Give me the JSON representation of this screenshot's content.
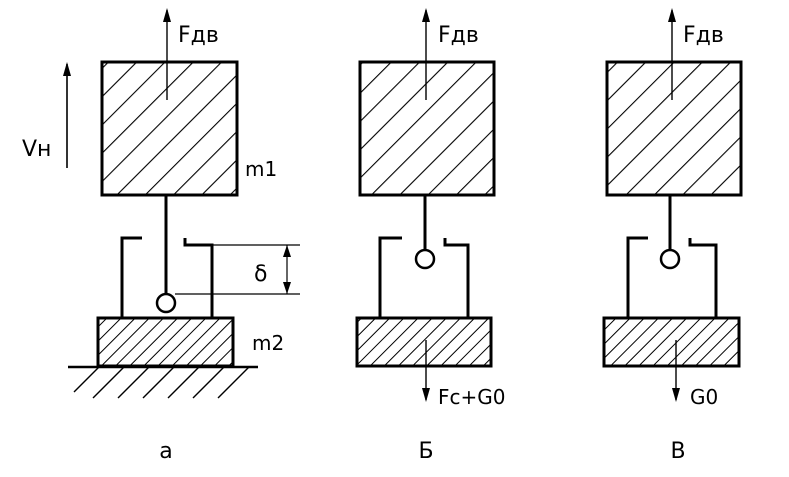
{
  "colors": {
    "ink": "#000000",
    "background": "#ffffff"
  },
  "labels": {
    "velocity": "Vн",
    "mass_top": "m1",
    "mass_bottom": "m2",
    "gap": "δ"
  },
  "panels": [
    {
      "caption": "а",
      "force_top": "Fдв",
      "force_bottom": ""
    },
    {
      "caption": "Б",
      "force_top": "Fдв",
      "force_bottom": "Fc+G0"
    },
    {
      "caption": "В",
      "force_top": "Fдв",
      "force_bottom": "G0"
    }
  ]
}
